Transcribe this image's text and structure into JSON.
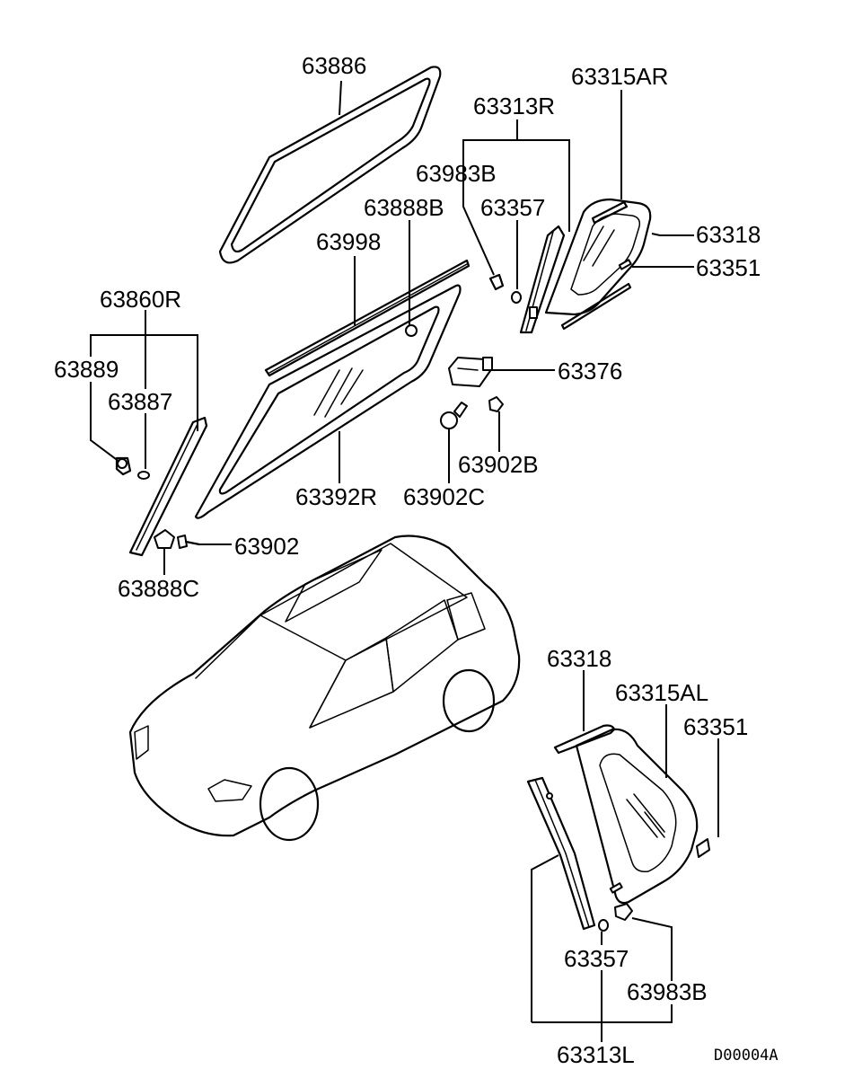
{
  "labels": {
    "p63886": "63886",
    "p63315AR": "63315AR",
    "p63313R": "63313R",
    "p63983B_top": "63983B",
    "p63888B": "63888B",
    "p63357_top": "63357",
    "p63318_top": "63318",
    "p63998": "63998",
    "p63351_top": "63351",
    "p63860R": "63860R",
    "p63889": "63889",
    "p63376": "63376",
    "p63887": "63887",
    "p63902B": "63902B",
    "p63392R": "63392R",
    "p63902C": "63902C",
    "p63902": "63902",
    "p63888C": "63888C",
    "p63318_bot": "63318",
    "p63315AL": "63315AL",
    "p63351_bot": "63351",
    "p63357_bot": "63357",
    "p63983B_bot": "63983B",
    "p63313L": "63313L",
    "diagram_code": "D00004A"
  }
}
